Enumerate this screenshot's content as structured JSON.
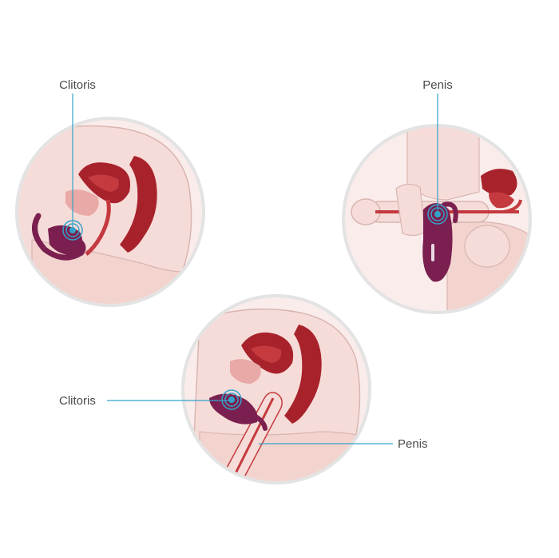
{
  "panels": [
    {
      "id": "panel-top-left",
      "label": "Clitoris"
    },
    {
      "id": "panel-top-right",
      "label": "Penis"
    },
    {
      "id": "panel-bottom",
      "labels": [
        "Clitoris",
        "Penis"
      ]
    }
  ],
  "colors": {
    "circle_ring": "#e3e3e3",
    "circle_fill": "#f9ecea",
    "skin": "#f6dcd8",
    "skin_outline": "#d9b5b1",
    "organ_dark": "#a8222c",
    "organ_mid": "#c43a3f",
    "organ_light": "#e9a9a6",
    "device": "#7a1f4f",
    "device_highlight": "#9c3a6d",
    "callout_line": "#34a3c9",
    "label_text": "#4a4a4a"
  }
}
